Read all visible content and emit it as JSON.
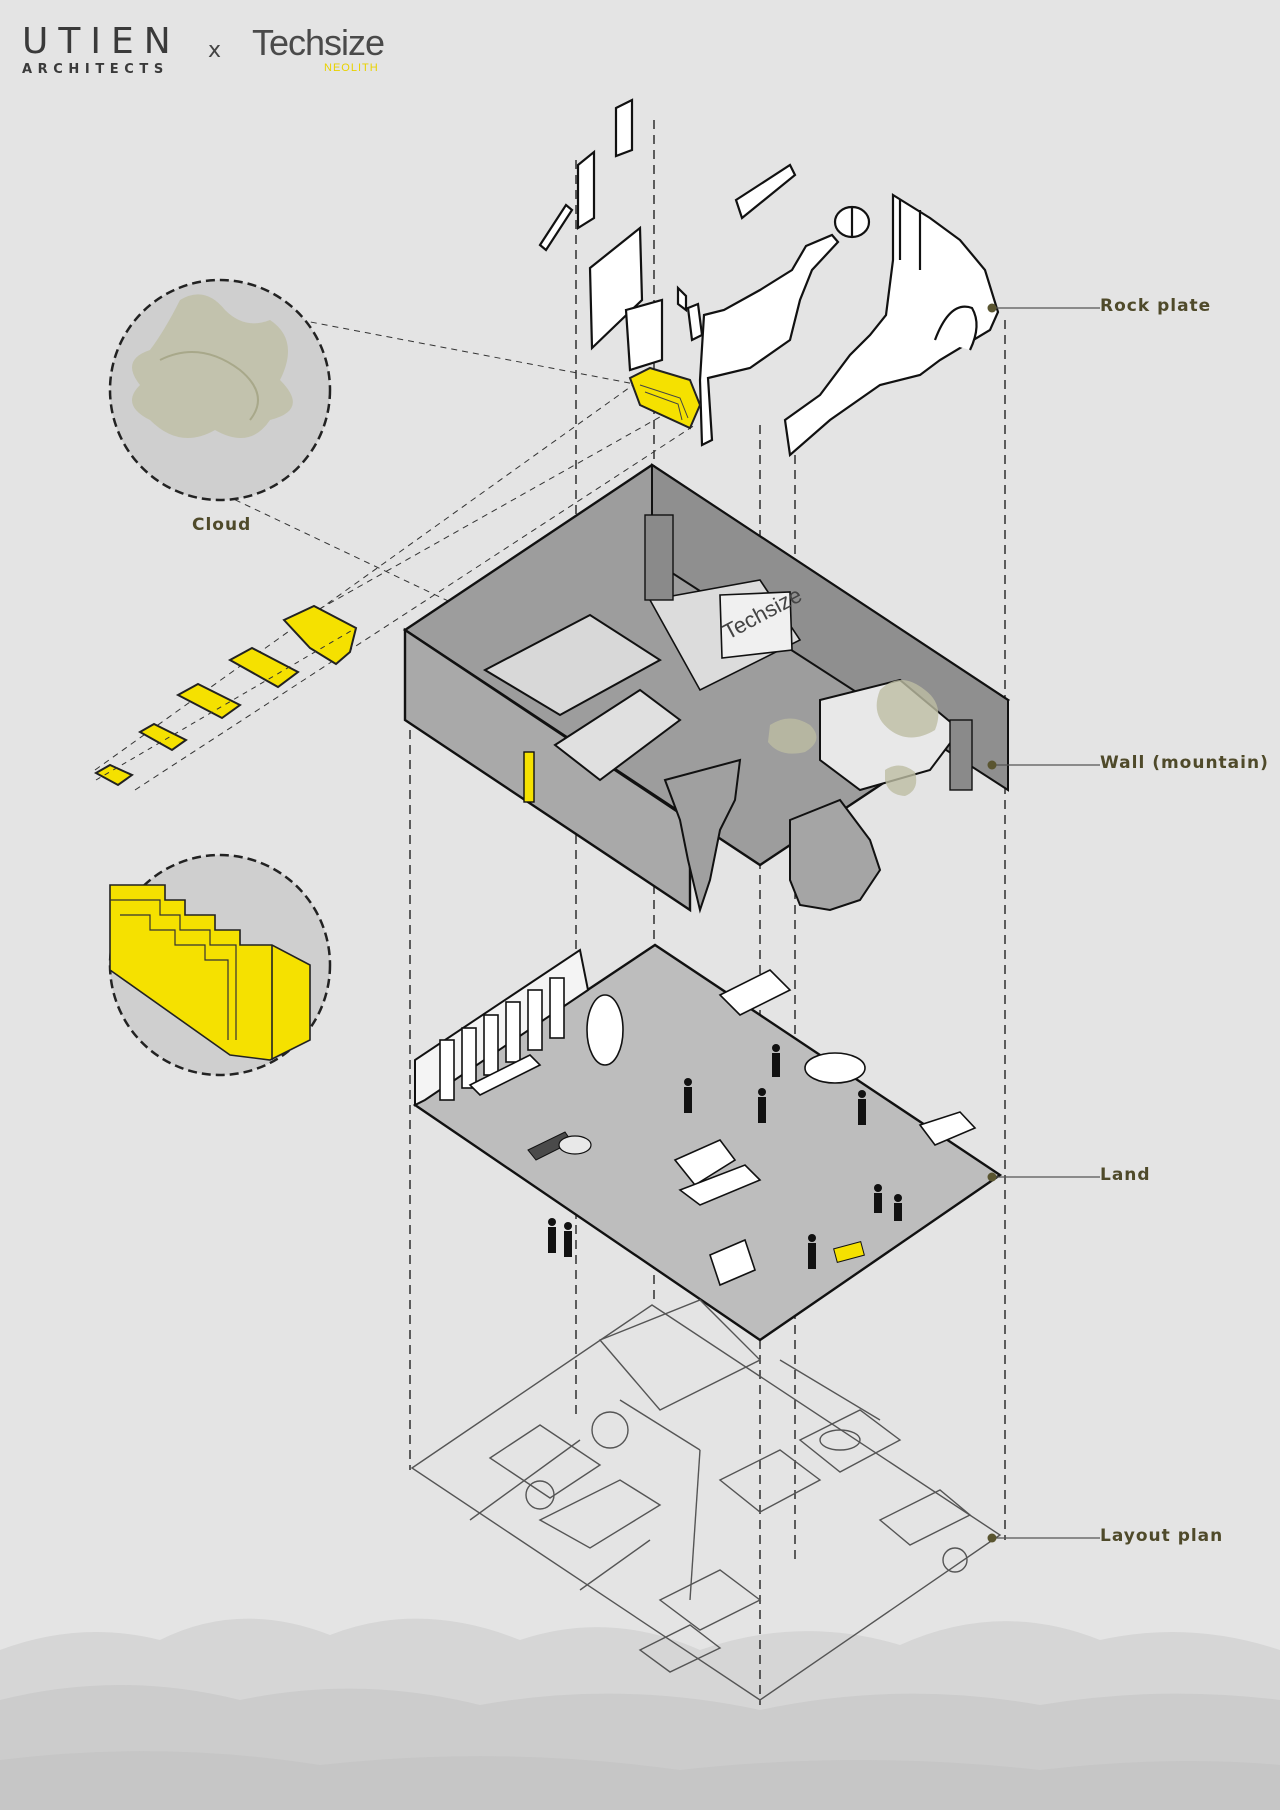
{
  "logos": {
    "utien_main": "UTIEN",
    "utien_sub": "ARCHITECTS",
    "separator": "x",
    "techsize": "Techsize",
    "neolith": "NEOLITH"
  },
  "labels": {
    "cloud": "Cloud",
    "rock_plate": "Rock plate",
    "wall": "Wall (mountain)",
    "land": "Land",
    "layout_plan": "Layout plan"
  },
  "wall_sign": "Techsize",
  "colors": {
    "background": "#e4e4e4",
    "accent_yellow": "#f5e100",
    "label_text": "#4f4a2a",
    "wall_grey": "#a9a9a9",
    "floor_grey": "#bdbdbd",
    "line": "#111111"
  }
}
